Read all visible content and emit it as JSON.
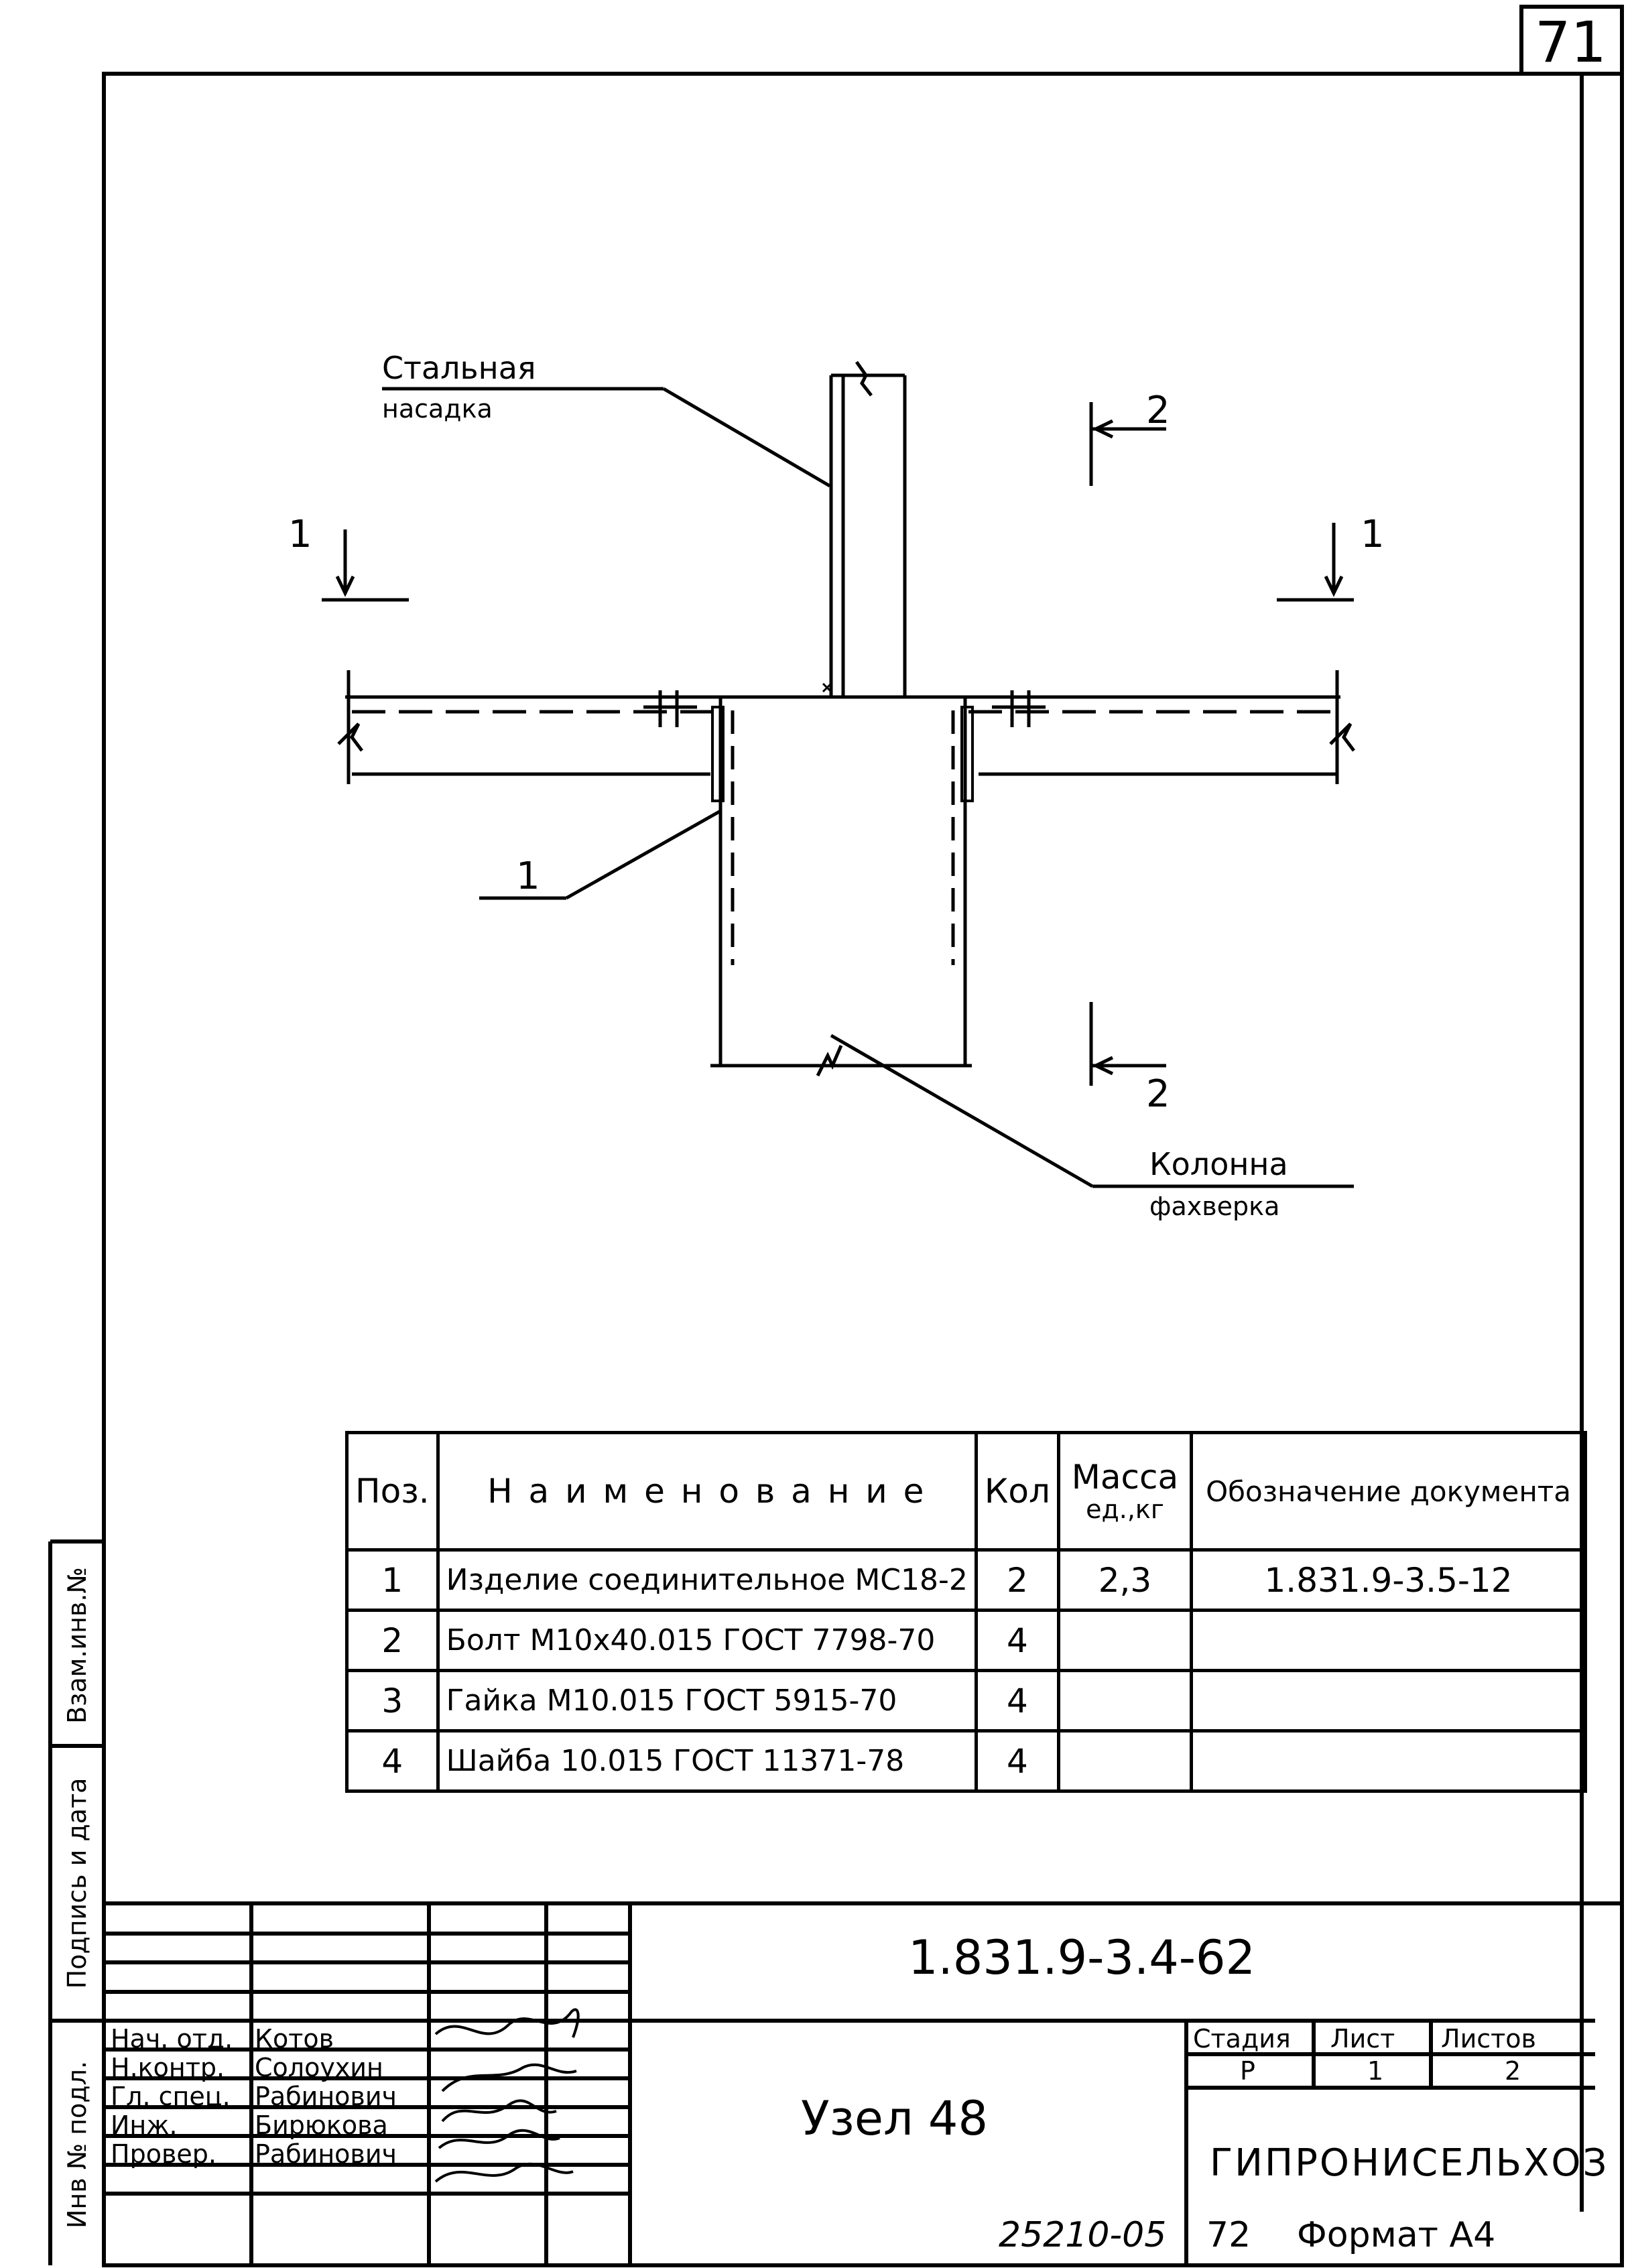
{
  "sheet_number": "71",
  "drawing": {
    "label_steel_cap": [
      "Стальная",
      "насадка"
    ],
    "label_column": [
      "Колонна",
      "фахверка"
    ],
    "section_1": "1",
    "section_2": "2",
    "callout_1": "1"
  },
  "spec_table": {
    "headers": {
      "pos": "Поз.",
      "name": "Н а и м е н о в а н и е",
      "qty": "Кол",
      "mass": [
        "Масса",
        "ед.,кг"
      ],
      "doc": "Обозначение документа"
    },
    "rows": [
      {
        "pos": "1",
        "name": "Изделие соединительное МС18-2",
        "qty": "2",
        "mass": "2,3",
        "doc": "1.831.9-3.5-12"
      },
      {
        "pos": "2",
        "name": "Болт М10х40.015 ГОСТ 7798-70",
        "qty": "4",
        "mass": "",
        "doc": ""
      },
      {
        "pos": "3",
        "name": "Гайка М10.015 ГОСТ 5915-70",
        "qty": "4",
        "mass": "",
        "doc": ""
      },
      {
        "pos": "4",
        "name": "Шайба 10.015 ГОСТ 11371-78",
        "qty": "4",
        "mass": "",
        "doc": ""
      }
    ]
  },
  "title_block": {
    "doc_code": "1.831.9-3.4-62",
    "title": "Узел 48",
    "stage_header": "Стадия",
    "sheet_header": "Лист",
    "sheets_header": "Листов",
    "stage": "Р",
    "sheet": "1",
    "sheets": "2",
    "organization": "ГИПРОНИСЕЛЬХОЗ",
    "roles": [
      {
        "role": "Нач. отд.",
        "name": "Котов"
      },
      {
        "role": "Н.контр.",
        "name": "Солоухин"
      },
      {
        "role": "Гл. спец.",
        "name": "Рабинович"
      },
      {
        "role": "Инж.",
        "name": "Бирюкова"
      },
      {
        "role": "Провер.",
        "name": "Рабинович"
      }
    ]
  },
  "side_stamp": {
    "inv_no_sub": "Инв № подл.",
    "sign_date": "Подпись и дата",
    "replace_inv": "Взам.инв.№"
  },
  "footer": {
    "order_no": "25210-05",
    "page_no": "72",
    "format": "Формат А4"
  }
}
